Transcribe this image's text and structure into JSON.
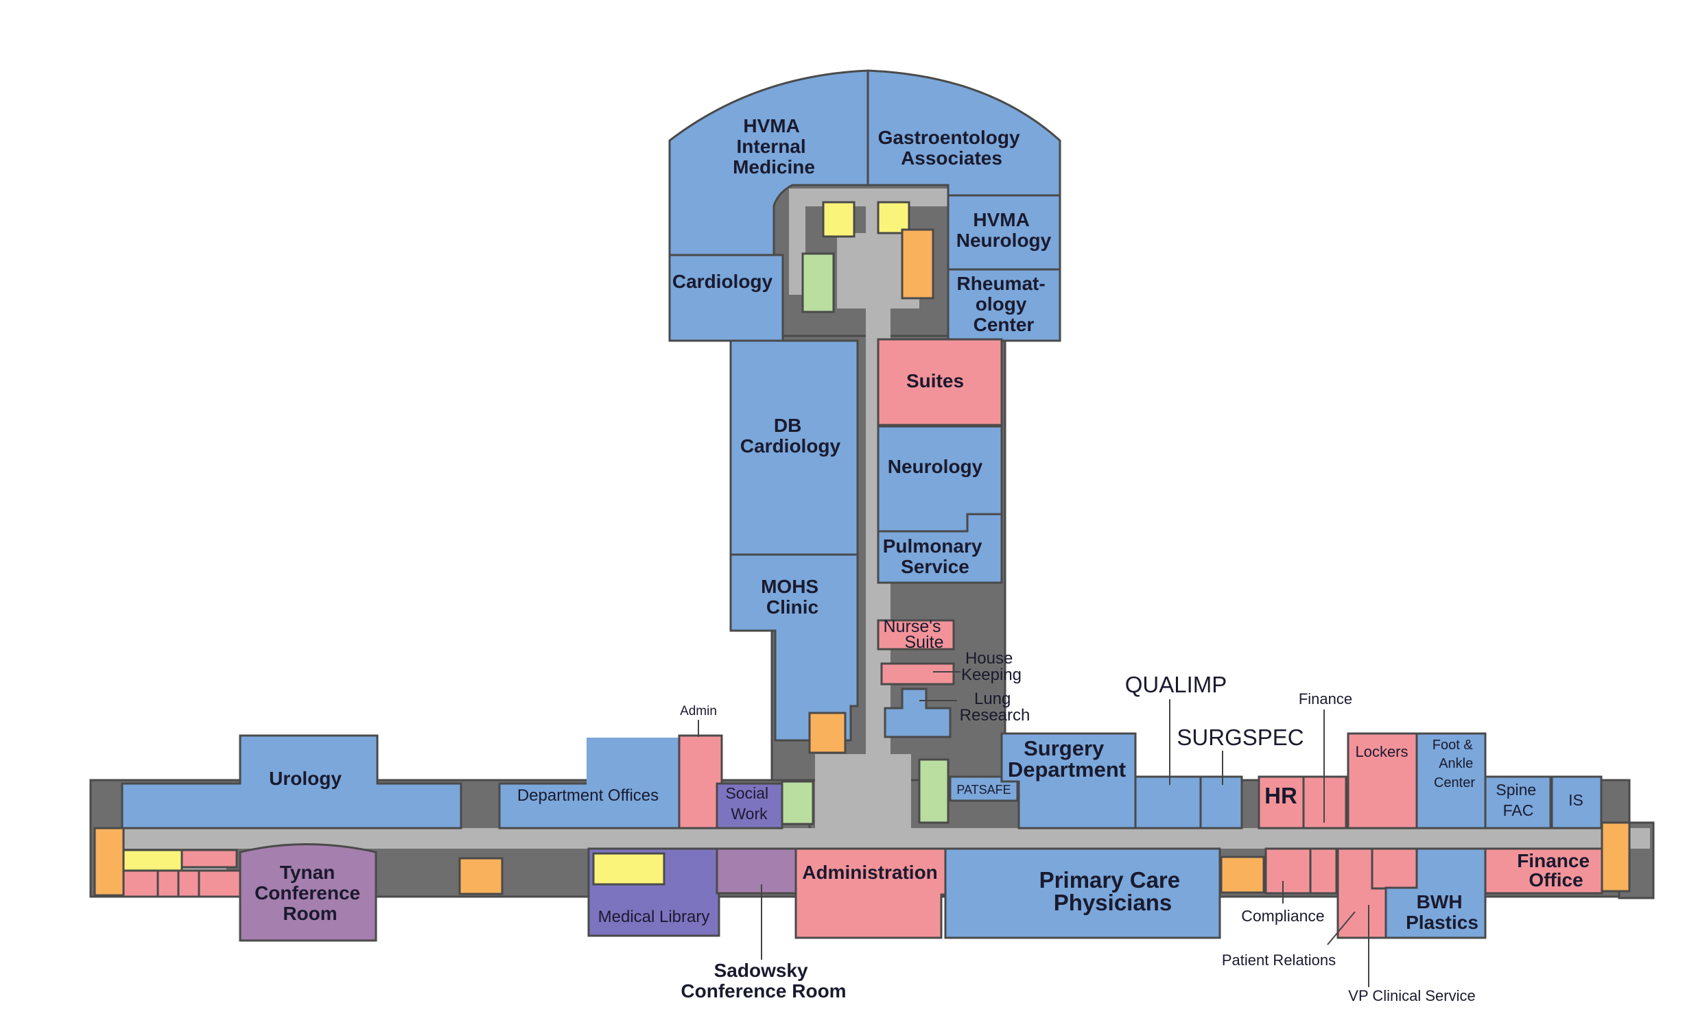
{
  "colors": {
    "blue": "#7ba7da",
    "pink": "#f2939a",
    "purple": "#a57fad",
    "violet": "#7d74bf",
    "yellow": "#fbf47a",
    "green": "#badda0",
    "orange": "#f9b15c",
    "corridor": "#b4b4b4",
    "service": "#6e6e6e"
  },
  "rooms": {
    "hvma_internal": [
      "HVMA",
      "Internal",
      "Medicine"
    ],
    "gastro": [
      "Gastroentology",
      "Associates"
    ],
    "hvma_neurology": [
      "HVMA",
      "Neurology"
    ],
    "cardiology": "Cardiology",
    "rheumatology": [
      "Rheumat-",
      "ology",
      "Center"
    ],
    "suites": "Suites",
    "db_cardiology": [
      "DB",
      "Cardiology"
    ],
    "neurology": "Neurology",
    "pulmonary": [
      "Pulmonary",
      "Service"
    ],
    "mohs": [
      "MOHS",
      "Clinic"
    ],
    "nurses_suite": [
      "Nurse's",
      "Suite"
    ],
    "house_keeping": [
      "House",
      "Keeping"
    ],
    "lung_research": [
      "Lung",
      "Research"
    ],
    "urology": "Urology",
    "department_offices": "Department Offices",
    "admin": "Admin",
    "social_work": [
      "Social",
      "Work"
    ],
    "patsafe": "PATSAFE",
    "qualimp": "QUALIMP",
    "surgspec": "SURGSPEC",
    "surgery_department": [
      "Surgery",
      "Department"
    ],
    "finance": "Finance",
    "hr": "HR",
    "lockers": "Lockers",
    "foot_ankle": [
      "Foot &",
      "Ankle",
      "Center"
    ],
    "spine_fac": [
      "Spine",
      "FAC"
    ],
    "is": "IS",
    "tynan": [
      "Tynan",
      "Conference",
      "Room"
    ],
    "medical_library": "Medical Library",
    "sadowsky": [
      "Sadowsky",
      "Conference Room"
    ],
    "administration": "Administration",
    "primary_care": [
      "Primary Care",
      "Physicians"
    ],
    "compliance": "Compliance",
    "patient_relations": "Patient Relations",
    "vp_clinical": "VP Clinical Service",
    "bwh_plastics": [
      "BWH",
      "Plastics"
    ],
    "finance_office": [
      "Finance",
      "Office"
    ]
  }
}
